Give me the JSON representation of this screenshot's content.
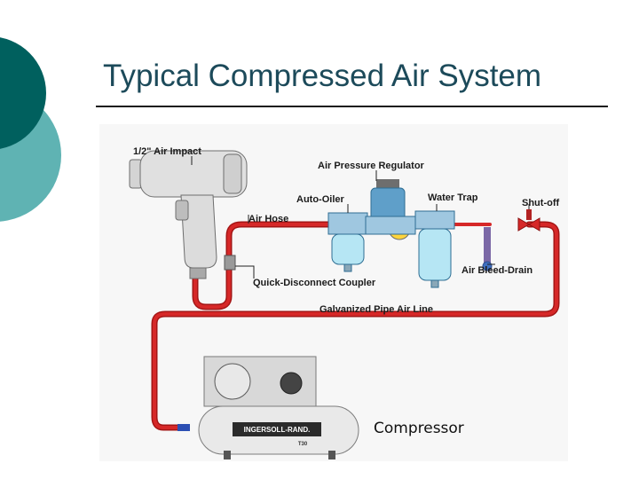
{
  "slide": {
    "title": "Typical Compressed Air System",
    "caption": "Compressor"
  },
  "diagram": {
    "labels": {
      "air_impact": "1/2\" Air Impact",
      "pressure_regulator": "Air Pressure Regulator",
      "auto_oiler": "Auto-Oiler",
      "water_trap": "Water Trap",
      "shut_off": "Shut-off",
      "air_hose": "Air Hose",
      "bleed_drain": "Air Bleed-Drain",
      "coupler": "Quick-Disconnect Coupler",
      "pipe_line": "Galvanized Pipe Air Line",
      "brand": "INGERSOLL-RAND.",
      "model": "T30"
    }
  },
  "colors": {
    "teal_dark": "#00605e",
    "teal_light": "#5fb3b3",
    "pipe": "#d62828",
    "filter": "#b6e6f4",
    "regulator": "#5f9fc9"
  }
}
